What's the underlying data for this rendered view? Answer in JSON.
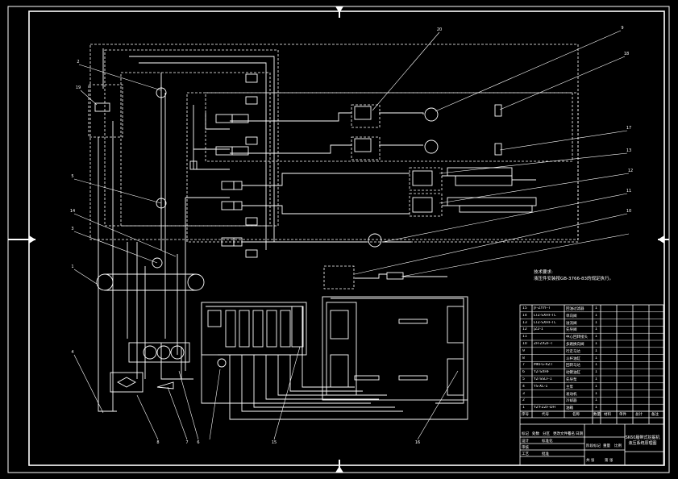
{
  "drawing": {
    "notes_heading": "技术要求:",
    "notes_text": "液压件安装按GB-3766-83的规定执行。",
    "title_name": "SK60履带式挖掘机液压系统原理图",
    "balloons": [
      "20",
      "9",
      "18",
      "17",
      "13",
      "12",
      "11",
      "10",
      "2",
      "19",
      "5",
      "14",
      "3",
      "1",
      "4",
      "8",
      "7",
      "6",
      "15",
      "16"
    ],
    "parts_list": [
      {
        "code": "JF-ZYYF-T",
        "name": "回油过滤器"
      },
      {
        "code": "LTZ-SXHF-TL",
        "name": "单向阀"
      },
      {
        "code": "LTZ-SXHF-TL",
        "name": "溢流阀"
      },
      {
        "code": "JZ2-1",
        "name": "先导阀"
      },
      {
        "code": "",
        "name": "中心回转接头"
      },
      {
        "code": "ZR-ZXZF-T",
        "name": "多路换向阀"
      },
      {
        "code": "",
        "name": "行走马达"
      },
      {
        "code": "",
        "name": "斗杆油缸"
      },
      {
        "code": "MKFG-RZT",
        "name": "回转马达"
      },
      {
        "code": "YZ-SXHF",
        "name": "动臂油缸"
      },
      {
        "code": "YZ-SSLF-1",
        "name": "先导泵"
      },
      {
        "code": "YS-XC-1",
        "name": "主泵"
      },
      {
        "code": "",
        "name": "发动机"
      },
      {
        "code": "",
        "name": "冷却器"
      },
      {
        "code": "YZY-ZZF-DH",
        "name": "油箱"
      }
    ],
    "tb_headers": [
      "序号",
      "代号",
      "名称",
      "数量",
      "材料",
      "单件",
      "总计",
      "备注"
    ],
    "tb_footer": [
      "标记",
      "处数",
      "分区",
      "更改文件号",
      "签名",
      "日期"
    ],
    "tb_footer2": [
      "设计",
      "标准化",
      "审核",
      "工艺",
      "批准"
    ],
    "tb_scale": [
      "阶段标记",
      "重量",
      "比例"
    ],
    "tb_sheet": [
      "共 张",
      "第 张"
    ]
  }
}
